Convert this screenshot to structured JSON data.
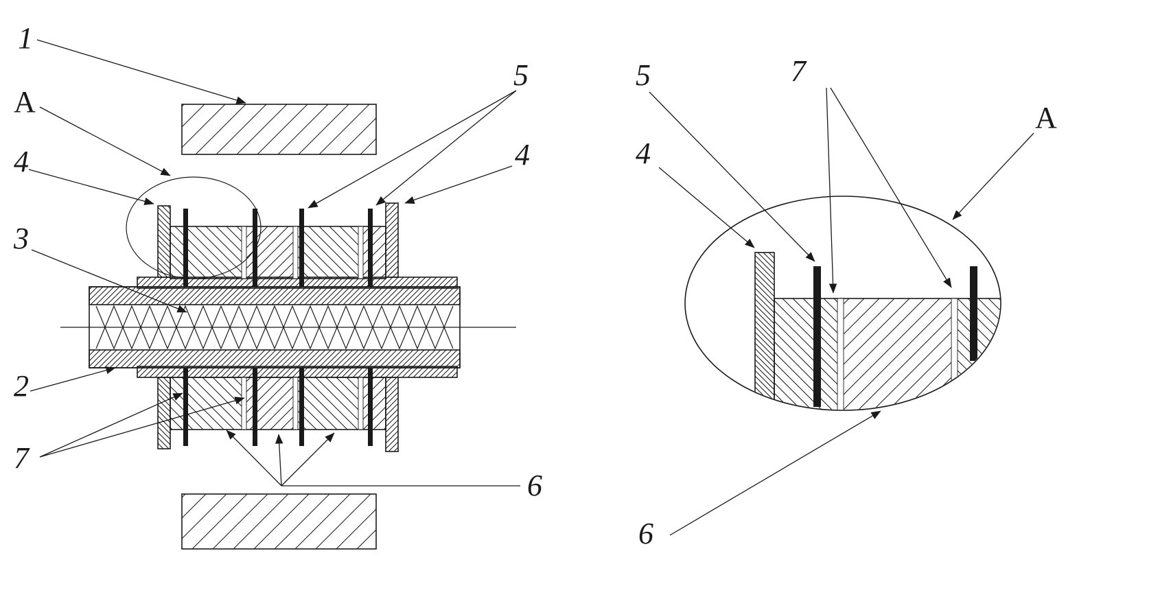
{
  "diagram": {
    "colors": {
      "ink": "#1a1a1a",
      "background": "#ffffff"
    },
    "main_view": {
      "callouts": {
        "n1": "1",
        "A": "A",
        "n4_left": "4",
        "n3": "3",
        "n2": "2",
        "n7": "7",
        "n5": "5",
        "n4_right": "4",
        "n6": "6"
      }
    },
    "detail_view": {
      "callouts": {
        "n5": "5",
        "n7": "7",
        "A": "A",
        "n4": "4",
        "n6": "6"
      }
    }
  }
}
